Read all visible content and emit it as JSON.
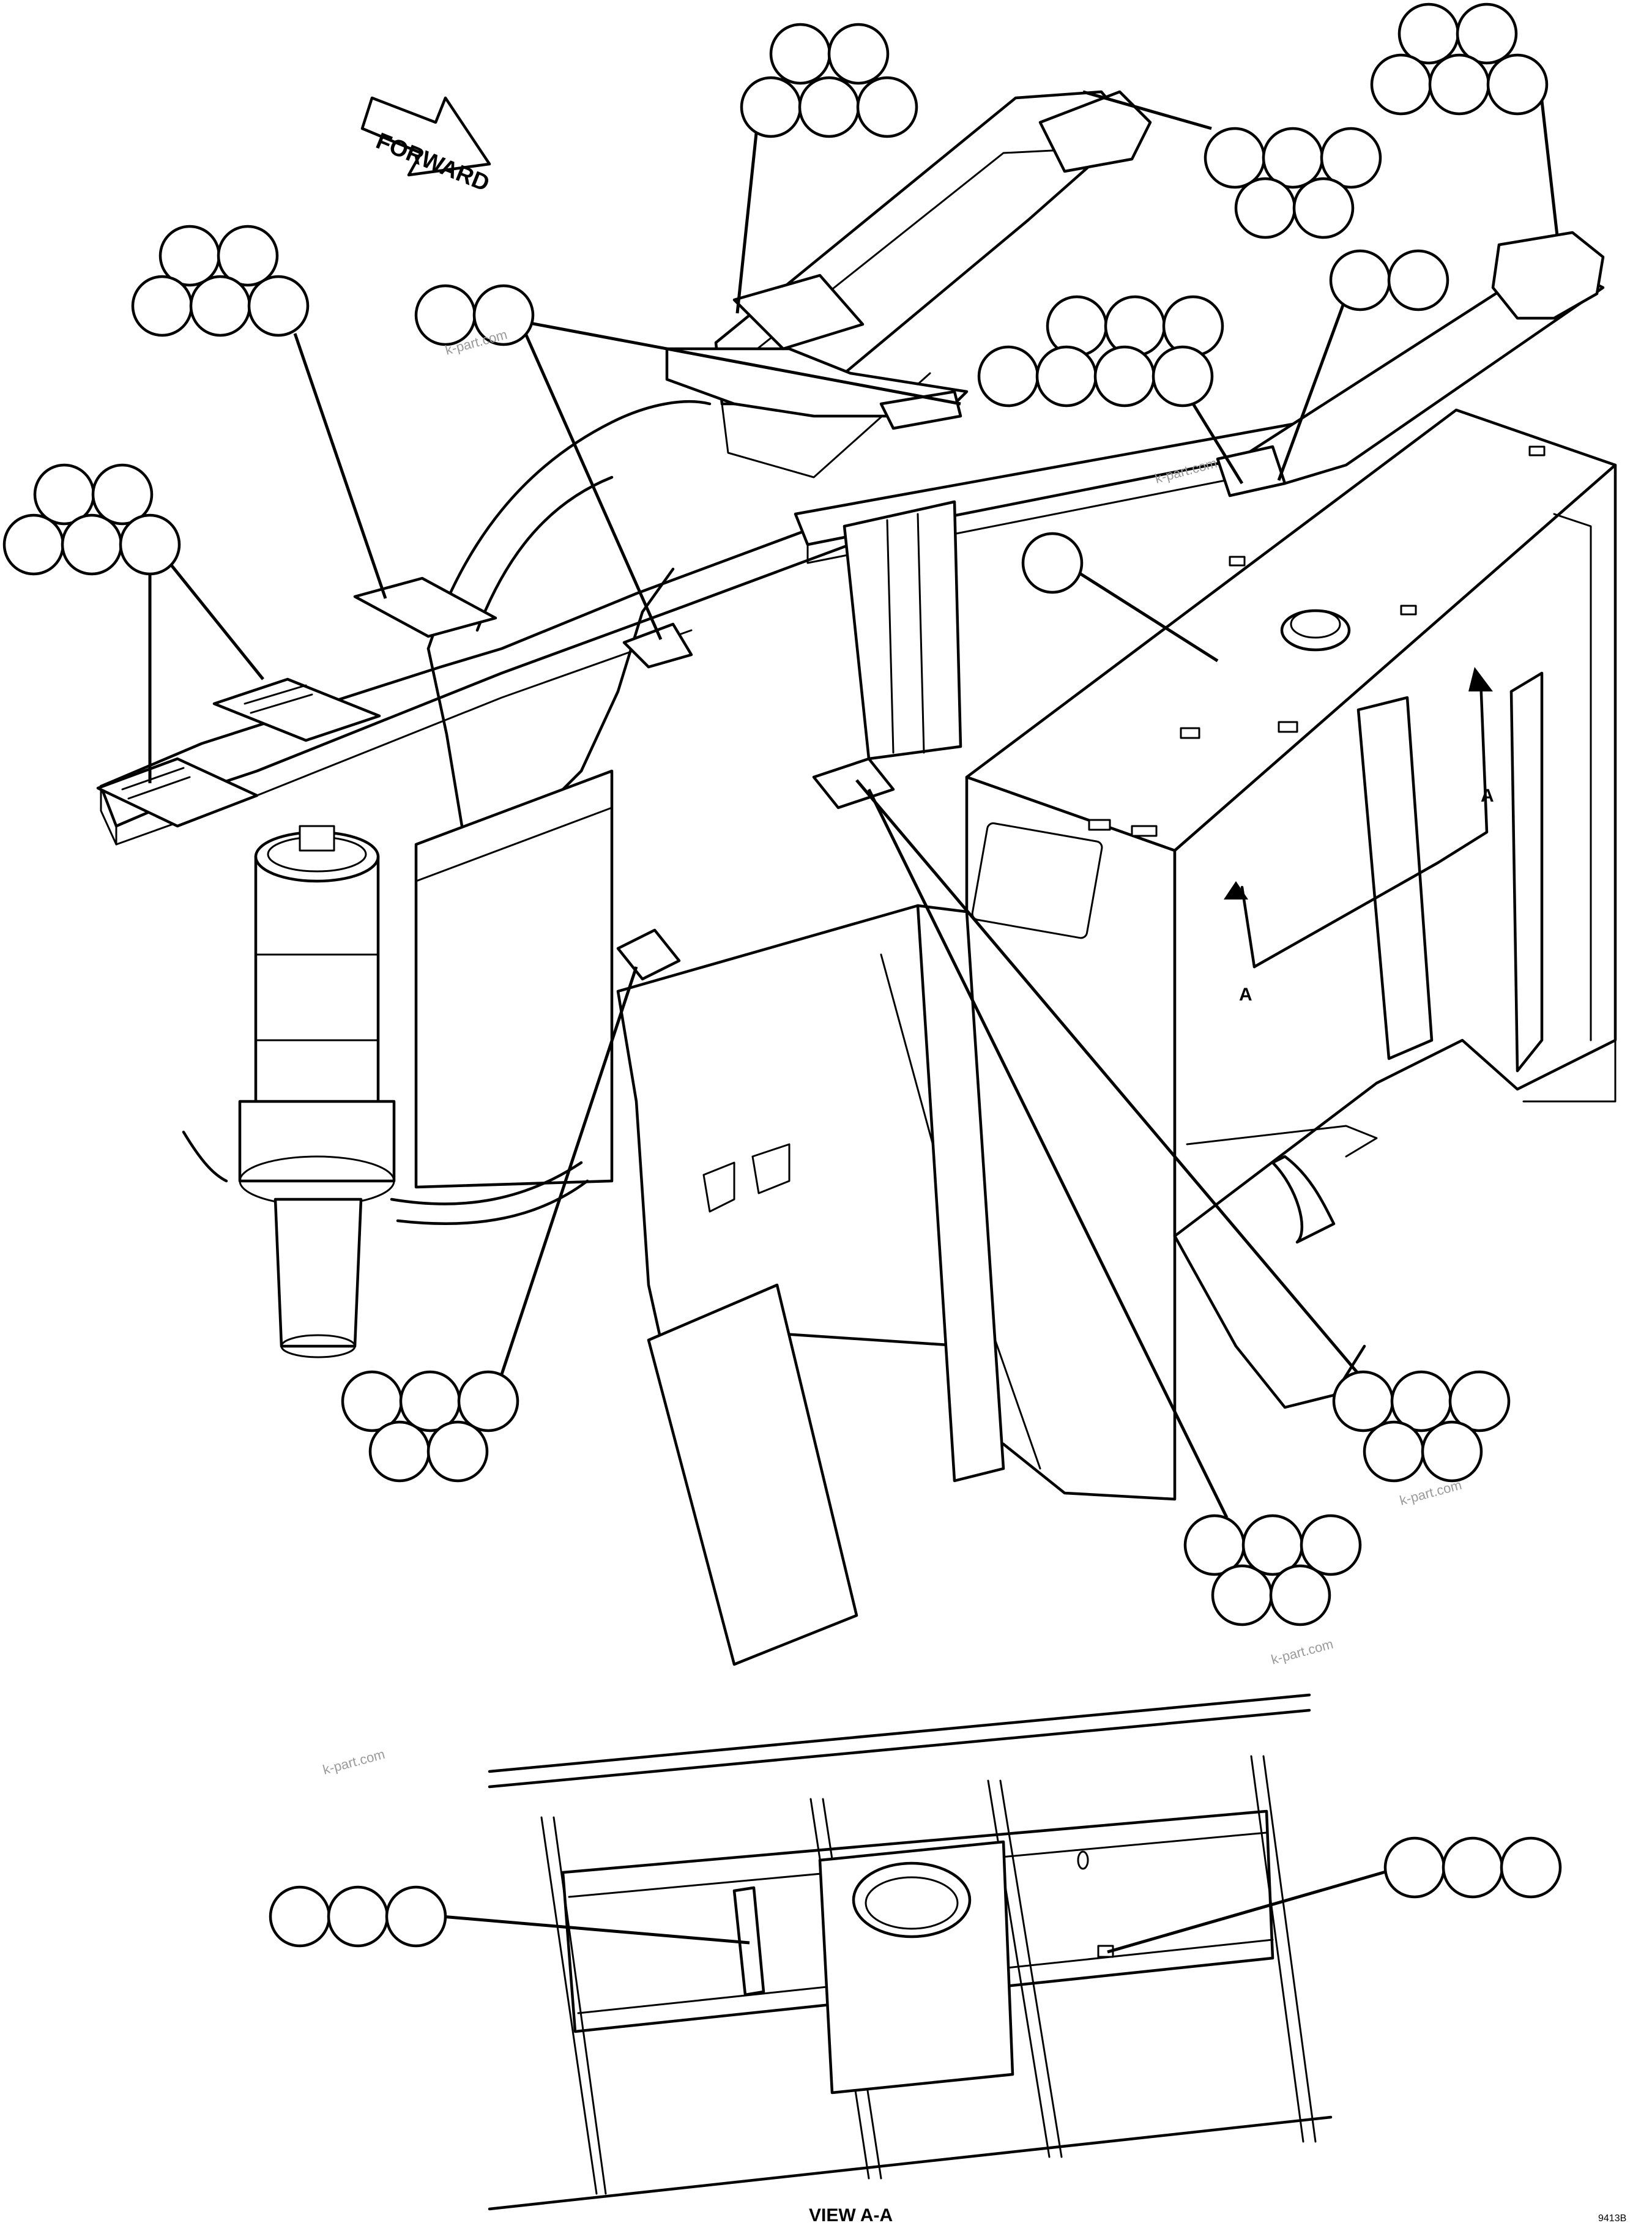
{
  "diagram": {
    "forward_label": "FORWARD",
    "section_marker": "A",
    "view_caption": "VIEW A-A",
    "watermark": "k-part.com",
    "drawing_code": "9413B"
  },
  "callout_groups": [
    {
      "id": "upper-rear-mount",
      "count": 5
    },
    {
      "id": "right-rear-mount",
      "count": 5
    },
    {
      "id": "upper-rear-plate",
      "count": 5
    },
    {
      "id": "left-deck-plate",
      "count": 5
    },
    {
      "id": "centre-bracket",
      "count": 2
    },
    {
      "id": "right-bracket",
      "count": 2
    },
    {
      "id": "rear-frame-plates",
      "count": 7
    },
    {
      "id": "front-deck-plates",
      "count": 5
    },
    {
      "id": "top-plate-single",
      "count": 1
    },
    {
      "id": "left-lower-bracket",
      "count": 5
    },
    {
      "id": "right-lower-bracket",
      "count": 5
    },
    {
      "id": "centre-lower-bracket",
      "count": 5
    },
    {
      "id": "view-left-plate",
      "count": 3
    },
    {
      "id": "view-right-clip",
      "count": 3
    }
  ]
}
